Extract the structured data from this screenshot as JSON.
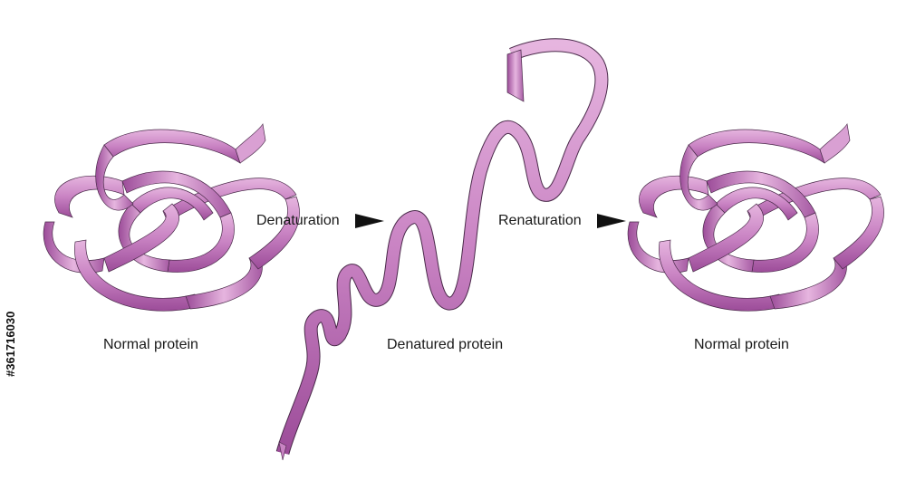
{
  "labels": {
    "normal_left": "Normal protein",
    "denatured": "Denatured protein",
    "normal_right": "Normal protein",
    "denaturation": "Denaturation",
    "renaturation": "Renaturation"
  },
  "stock_id": "#361716030",
  "colors": {
    "ribbon_light": "#e6b5df",
    "ribbon_mid": "#c983c3",
    "ribbon_dark": "#9c4c99",
    "outline": "#4a2a4a",
    "arrow": "#111111"
  }
}
